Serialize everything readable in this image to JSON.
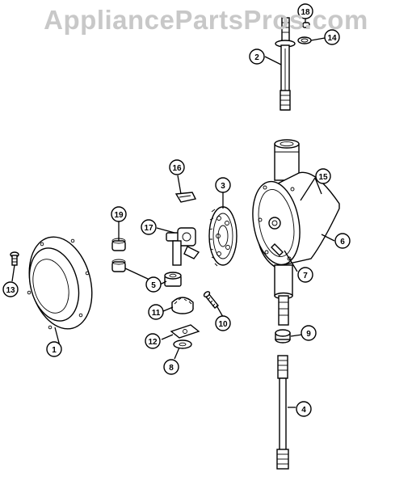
{
  "watermark": "AppliancePartsPros.com",
  "callouts": [
    "1",
    "2",
    "3",
    "4",
    "5",
    "6",
    "7",
    "8",
    "9",
    "10",
    "11",
    "12",
    "13",
    "14",
    "15",
    "16",
    "17",
    "18",
    "19"
  ],
  "colors": {
    "ink": "#000000",
    "watermark": "#c8c8c8",
    "background": "#ffffff"
  }
}
